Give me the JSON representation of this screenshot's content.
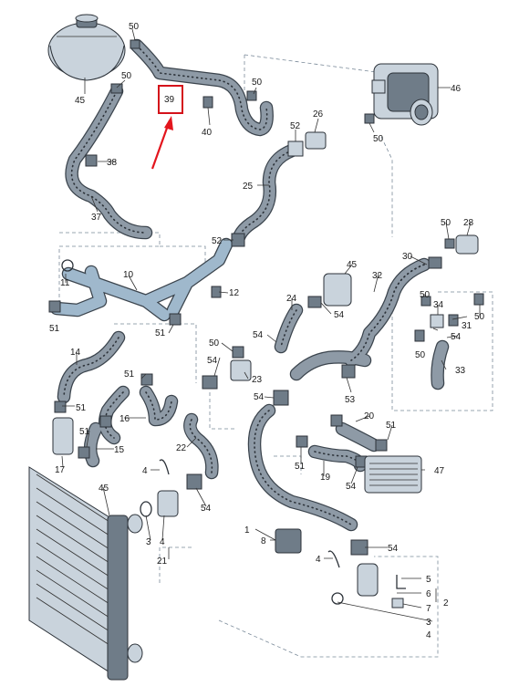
{
  "highlight": {
    "label": "39",
    "color": "#e3151d"
  },
  "labels": {
    "p50a": "50",
    "p50b": "50",
    "p50c": "50",
    "p50d": "50",
    "p50e": "50",
    "p50f": "50",
    "p50g": "50",
    "p50h": "50",
    "p50i": "50",
    "p45a": "45",
    "p45b": "45",
    "p45c": "45",
    "p46": "46",
    "p40": "40",
    "p52a": "52",
    "p52b": "52",
    "p26": "26",
    "p38": "38",
    "p37": "37",
    "p25": "25",
    "p28": "28",
    "p30": "30",
    "p32": "32",
    "p34": "34",
    "p31": "31",
    "p33": "33",
    "p11": "11",
    "p10": "10",
    "p12": "12",
    "p51a": "51",
    "p51b": "51",
    "p51c": "51",
    "p51d": "51",
    "p51e": "51",
    "p51f": "51",
    "p51g": "51",
    "p24": "24",
    "p54a": "54",
    "p54b": "54",
    "p54c": "54",
    "p54d": "54",
    "p54e": "54",
    "p54f": "54",
    "p54g": "54",
    "p14": "14",
    "p16": "16",
    "p15": "15",
    "p17": "17",
    "p23": "23",
    "p53": "53",
    "p20": "20",
    "p22": "22",
    "p19": "19",
    "p47": "47",
    "p4a": "4",
    "p4b": "4",
    "p4c": "4",
    "p4d": "4",
    "p3a": "3",
    "p3b": "3",
    "p21": "21",
    "p1": "1",
    "p8": "8",
    "p5": "5",
    "p6": "6",
    "p7": "7",
    "p2": "2"
  }
}
